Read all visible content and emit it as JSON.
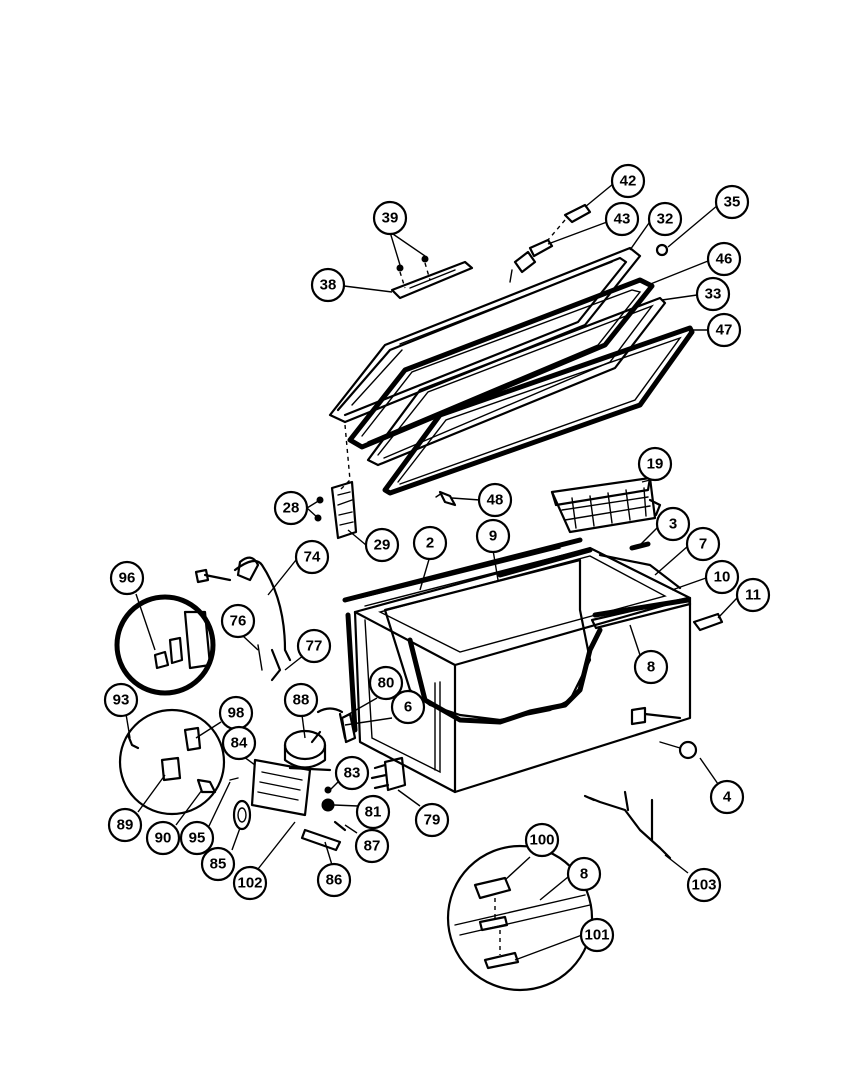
{
  "callouts": [
    {
      "id": "c42",
      "label": "42"
    },
    {
      "id": "c35",
      "label": "35"
    },
    {
      "id": "c39",
      "label": "39"
    },
    {
      "id": "c43",
      "label": "43"
    },
    {
      "id": "c32",
      "label": "32"
    },
    {
      "id": "c46",
      "label": "46"
    },
    {
      "id": "c38",
      "label": "38"
    },
    {
      "id": "c33",
      "label": "33"
    },
    {
      "id": "c47",
      "label": "47"
    },
    {
      "id": "c19",
      "label": "19"
    },
    {
      "id": "c28",
      "label": "28"
    },
    {
      "id": "c48",
      "label": "48"
    },
    {
      "id": "c3",
      "label": "3"
    },
    {
      "id": "c2",
      "label": "2"
    },
    {
      "id": "c9",
      "label": "9"
    },
    {
      "id": "c29",
      "label": "29"
    },
    {
      "id": "c7",
      "label": "7"
    },
    {
      "id": "c74",
      "label": "74"
    },
    {
      "id": "c10",
      "label": "10"
    },
    {
      "id": "c96",
      "label": "96"
    },
    {
      "id": "c11",
      "label": "11"
    },
    {
      "id": "c76",
      "label": "76"
    },
    {
      "id": "c77",
      "label": "77"
    },
    {
      "id": "c8a",
      "label": "8"
    },
    {
      "id": "c80",
      "label": "80"
    },
    {
      "id": "c93",
      "label": "93"
    },
    {
      "id": "c88",
      "label": "88"
    },
    {
      "id": "c98",
      "label": "98"
    },
    {
      "id": "c6",
      "label": "6"
    },
    {
      "id": "c84",
      "label": "84"
    },
    {
      "id": "c83",
      "label": "83"
    },
    {
      "id": "c4",
      "label": "4"
    },
    {
      "id": "c81",
      "label": "81"
    },
    {
      "id": "c89",
      "label": "89"
    },
    {
      "id": "c90",
      "label": "90"
    },
    {
      "id": "c95",
      "label": "95"
    },
    {
      "id": "c79",
      "label": "79"
    },
    {
      "id": "c100",
      "label": "100"
    },
    {
      "id": "c87",
      "label": "87"
    },
    {
      "id": "c85",
      "label": "85"
    },
    {
      "id": "c8b",
      "label": "8"
    },
    {
      "id": "c103",
      "label": "103"
    },
    {
      "id": "c102",
      "label": "102"
    },
    {
      "id": "c86",
      "label": "86"
    },
    {
      "id": "c101",
      "label": "101"
    }
  ]
}
